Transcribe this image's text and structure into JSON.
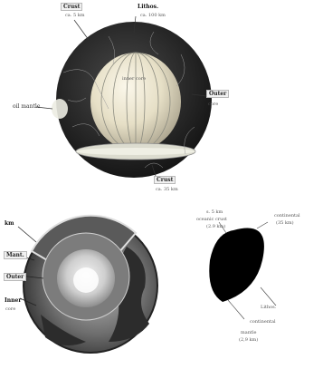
{
  "figure_top": {
    "labels": {
      "top_left_title": "Crust",
      "top_left_sub": "ca. 5 km",
      "top_right_title": "Lithos.",
      "top_right_sub": "ca. 100 km",
      "left_label": "oil mantle",
      "right_title": "Outer",
      "right_sub": "core",
      "bottom_title": "Crust",
      "bottom_sub": "ca. 35 km",
      "center_label": "inner core"
    }
  },
  "figure_bottom": {
    "side_labels": [
      "km",
      "Mant.",
      "Outer",
      "Inner",
      "core"
    ],
    "black_panel_labels": {
      "top_left_1": "s.  5 km",
      "top_left_2": "oceanic crust",
      "top_left_3": "(2.9 km)",
      "top_right_1": "continental",
      "top_right_2": "(35 km)",
      "bottom_1": "Lithos.",
      "bottom_2": "continental",
      "bottom_3": "mantle",
      "bottom_4": "(2,9 km)"
    }
  }
}
